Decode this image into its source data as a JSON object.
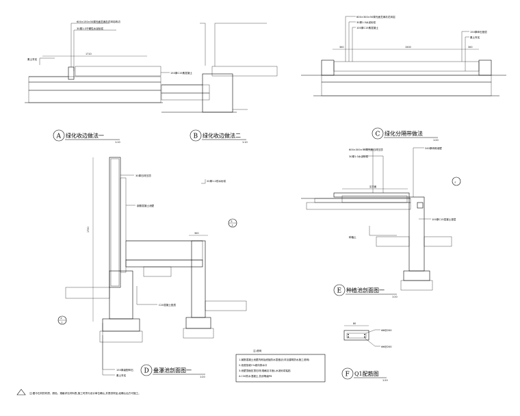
{
  "details": {
    "A": {
      "letter": "A",
      "title": "绿化收边做法一",
      "scale": "1:10"
    },
    "B": {
      "letter": "B",
      "title": "绿化收边做法二",
      "scale": "1:10"
    },
    "C": {
      "letter": "C",
      "title": "绿化分隔带做法",
      "scale": "1:20"
    },
    "D": {
      "letter": "D",
      "title": "叠瀑池剖面图一",
      "scale": "1:20"
    },
    "E": {
      "letter": "E",
      "title": "种植池剖面图一",
      "scale": "1:20"
    },
    "F": {
      "letter": "F",
      "title": "Q1配筋图",
      "scale": "1:20"
    }
  },
  "dims": {
    "A_width": "1710",
    "C_left": "300",
    "C_mid": "1500",
    "C_right": "300",
    "D_height": "1750",
    "D_top": "300",
    "E_width": "见平面",
    "F_width": "80"
  },
  "callouts": {
    "D_ref": "E",
    "D_ref_sub": "2",
    "E_ref": "F",
    "D_left_ref": "P",
    "D_left_ref_sub": "1"
  },
  "notes_box": {
    "header": "注:说明",
    "lines": [
      "1.钢筋混凝土池壁内侧及底板防水层做法(详见建筑防水施工说明)",
      "2.池底找坡1%坡向排水口",
      "3.池壁顶面压顶石材(规格见平面),水泥砂浆粘贴",
      "4.C30防水混凝土,抗渗等级P6"
    ]
  },
  "footnote": "注:图中石材的材质、颜色、规格详见材料表,施工时须与设计单位确认,并提供样品,经确认后方可施工。",
  "annotations": {
    "A": [
      "600×150×50厚光面芝麻灰花岗岩收边",
      "30厚1:3干硬性水泥砂浆",
      "素土夯实",
      "150厚C15素混凝土"
    ],
    "C": [
      "600×300×50厚光面芝麻灰花岗岩",
      "30厚1:3水泥砂浆",
      "100厚C15素混凝土",
      "150厚碎石垫层",
      "素土夯实"
    ],
    "D": [
      "30厚石材压顶",
      "钢筋混凝土池壁",
      "20厚1:2防水砂浆",
      "C20混凝土垫层",
      "150厚级配碎石",
      "素土夯实"
    ],
    "E": [
      "600×300×30厚光面石材压顶",
      "30厚1:3水泥砂浆",
      "240厚砖砌池壁",
      "100厚C15混凝土垫层",
      "种植土"
    ],
    "F": [
      "Φ8@200",
      "Φ6@200"
    ]
  }
}
